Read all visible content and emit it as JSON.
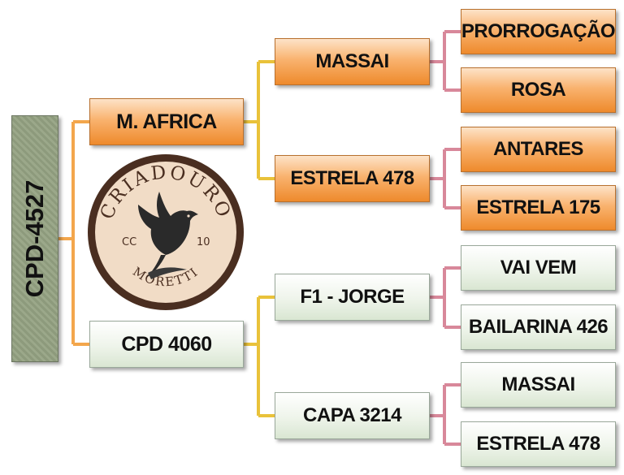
{
  "root": {
    "label": "CPD-4527"
  },
  "logo": {
    "top_text": "CRIADOURO",
    "bottom_text": "MORETTI",
    "left_text": "CC",
    "right_text": "10"
  },
  "sire": {
    "label": "M. AFRICA",
    "sire": {
      "label": "MASSAI",
      "sire": "PRORROGAÇÃO",
      "dam": "ROSA"
    },
    "dam": {
      "label": "ESTRELA 478",
      "sire": "ANTARES",
      "dam": "ESTRELA 175"
    }
  },
  "dam": {
    "label": "CPD 4060",
    "sire": {
      "label": "F1 - JORGE",
      "sire": "VAI VEM",
      "dam": "BAILARINA 426"
    },
    "dam": {
      "label": "CAPA 3214",
      "sire": "MASSAI",
      "dam": "ESTRELA 478"
    }
  },
  "colors": {
    "male_box": "#f3a055",
    "female_box": "#e8f0e2",
    "line_gen1": "#f3a64c",
    "line_gen2": "#e9c23a",
    "line_gen3": "#d8889a"
  }
}
